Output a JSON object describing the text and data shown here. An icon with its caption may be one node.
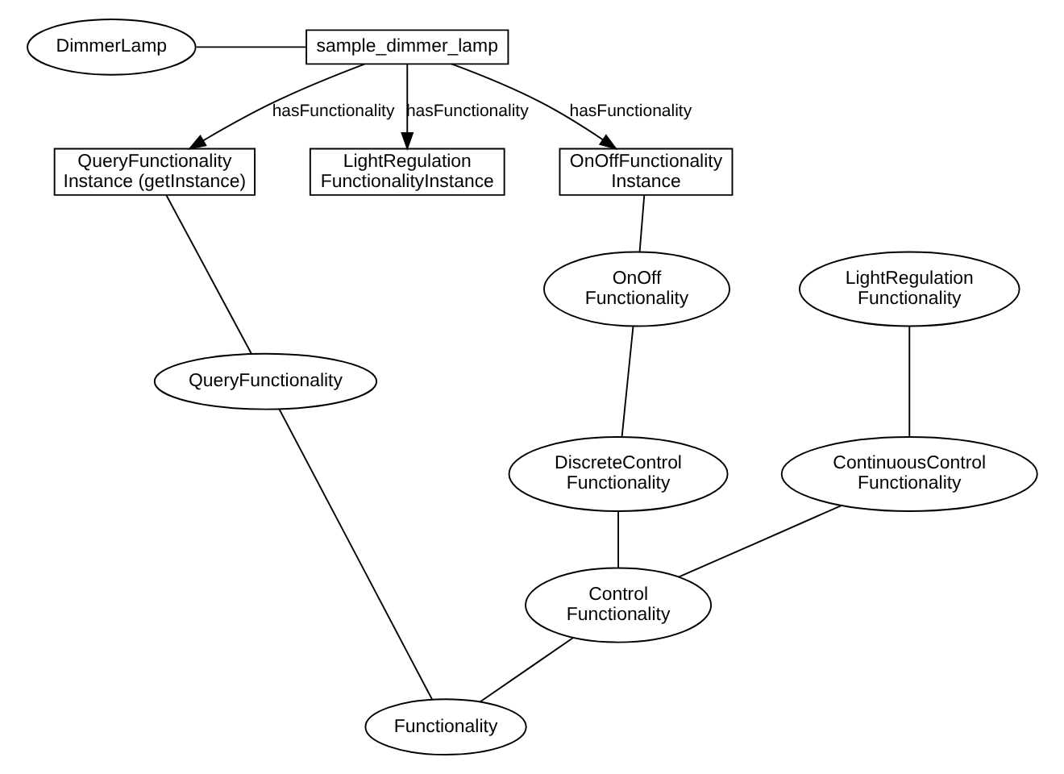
{
  "diagram": {
    "nodes": [
      {
        "text": [
          "DimmerLamp"
        ]
      },
      {
        "text": [
          "sample_dimmer_lamp"
        ]
      },
      {
        "text": [
          "QueryFunctionality Instance (getInstance)"
        ]
      },
      {
        "text": [
          "LightRegulation FunctionalityInstance"
        ]
      },
      {
        "text": [
          "OnOffFunctionality Instance"
        ]
      },
      {
        "text": [
          "LightRegulation Functionality"
        ]
      },
      {
        "text": [
          "OnOff Functionality"
        ]
      },
      {
        "text": [
          "DiscreteControl Functionality"
        ]
      },
      {
        "text": [
          "QueryFunctionality"
        ]
      },
      {
        "text": [
          "ContinuousControl Functionality"
        ]
      },
      {
        "text": [
          "Control Functionality"
        ]
      },
      {
        "text": [
          "Functionality"
        ]
      }
    ],
    "edges": [
      {
        "from": 0,
        "to": 1,
        "arrow": "none"
      },
      {
        "from": 1,
        "to": 2,
        "arrow": "to",
        "label": "hasFunctionality"
      },
      {
        "from": 1,
        "to": 3,
        "arrow": "to",
        "label": "hasFunctionality"
      },
      {
        "from": 1,
        "to": 4,
        "arrow": "to",
        "label": "hasFunctionality"
      },
      {
        "from": 4,
        "to": 6,
        "arrow": "none"
      },
      {
        "from": 6,
        "to": 7,
        "arrow": "none"
      },
      {
        "from": 7,
        "to": 10,
        "arrow": "none"
      },
      {
        "from": 2,
        "to": 8,
        "arrow": "none"
      },
      {
        "from": 8,
        "to": 11,
        "arrow": "none"
      },
      {
        "from": 5,
        "to": 9,
        "arrow": "none"
      },
      {
        "from": 9,
        "to": 10,
        "arrow": "none"
      },
      {
        "from": 10,
        "to": 11,
        "arrow": "none"
      }
    ]
  }
}
